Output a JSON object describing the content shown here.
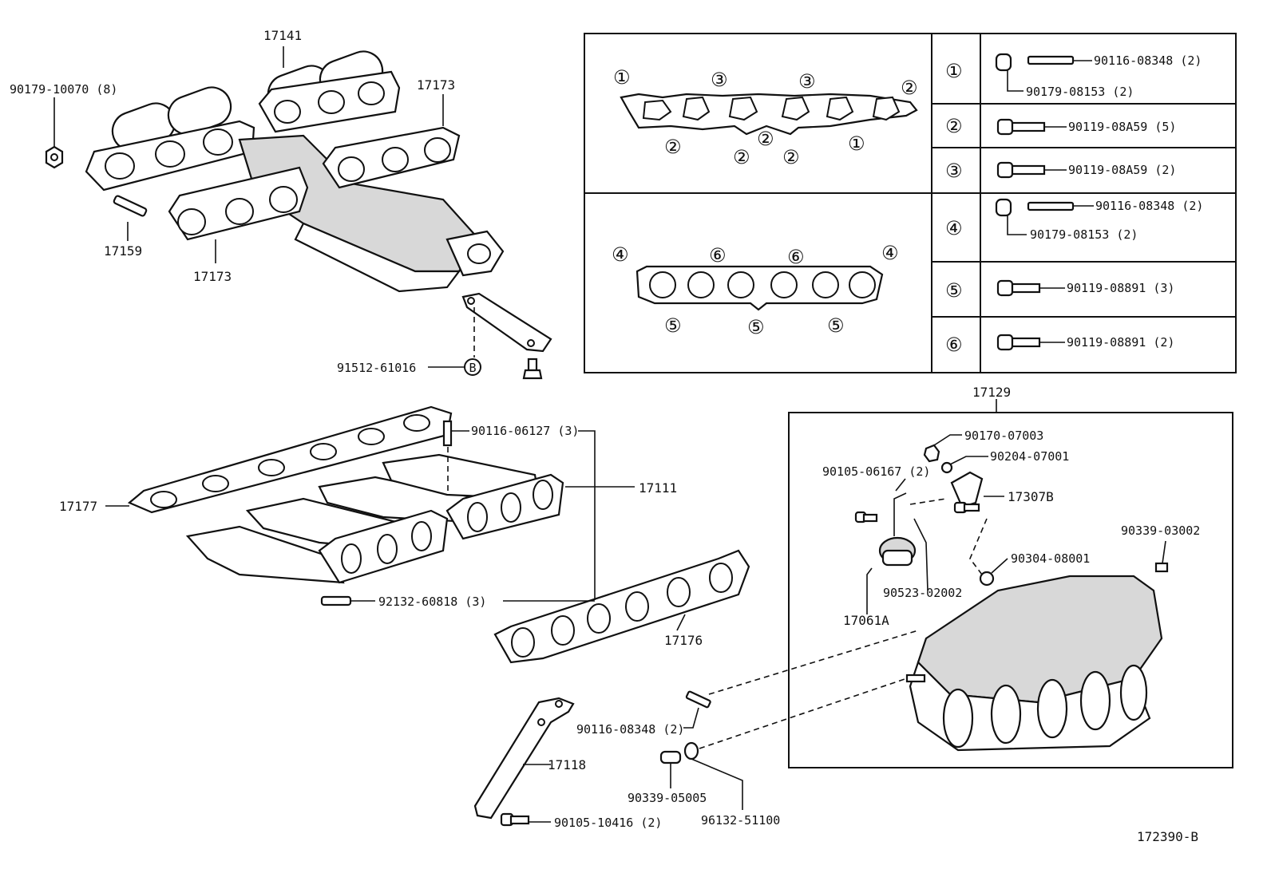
{
  "diagram_code": "172390-B",
  "callouts": {
    "p17141": "17141",
    "p17173_top": "17173",
    "p90179_10070": "90179-10070 (8)",
    "p17159": "17159",
    "p17173_bottom": "17173",
    "p91512_61016": "91512-61016",
    "marker_b": "B",
    "p90116_06127": "90116-06127 (3)",
    "p17111": "17111",
    "p17177": "17177",
    "p92132_60818": "92132-60818 (3)",
    "p17176": "17176",
    "p17118": "17118",
    "p90116_08348": "90116-08348 (2)",
    "p90339_05005": "90339-05005",
    "p96132_51100": "96132-51100",
    "p90105_10416": "90105-10416 (2)",
    "p17129": "17129",
    "p90170_07003": "90170-07003",
    "p90204_07001": "90204-07001",
    "p90105_06167": "90105-06167 (2)",
    "p17307B": "17307B",
    "p90339_03002": "90339-03002",
    "p90304_08001": "90304-08001",
    "p90523_02002": "90523-02002",
    "p17061A": "17061A"
  },
  "gasket_upper": {
    "markers": [
      "①",
      "③",
      "③",
      "②",
      "②",
      "②",
      "②",
      "②",
      "①"
    ]
  },
  "gasket_lower": {
    "markers": [
      "④",
      "⑥",
      "⑥",
      "④",
      "⑤",
      "⑤",
      "⑤"
    ]
  },
  "bolt_table": [
    {
      "key": "①",
      "parts": [
        "90116-08348 (2)",
        "90179-08153 (2)"
      ]
    },
    {
      "key": "②",
      "parts": [
        "90119-08A59 (5)"
      ]
    },
    {
      "key": "③",
      "parts": [
        "90119-08A59 (2)"
      ]
    },
    {
      "key": "④",
      "parts": [
        "90116-08348 (2)",
        "90179-08153 (2)"
      ]
    },
    {
      "key": "⑤",
      "parts": [
        "90119-08891 (3)"
      ]
    },
    {
      "key": "⑥",
      "parts": [
        "90119-08891 (2)"
      ]
    }
  ]
}
